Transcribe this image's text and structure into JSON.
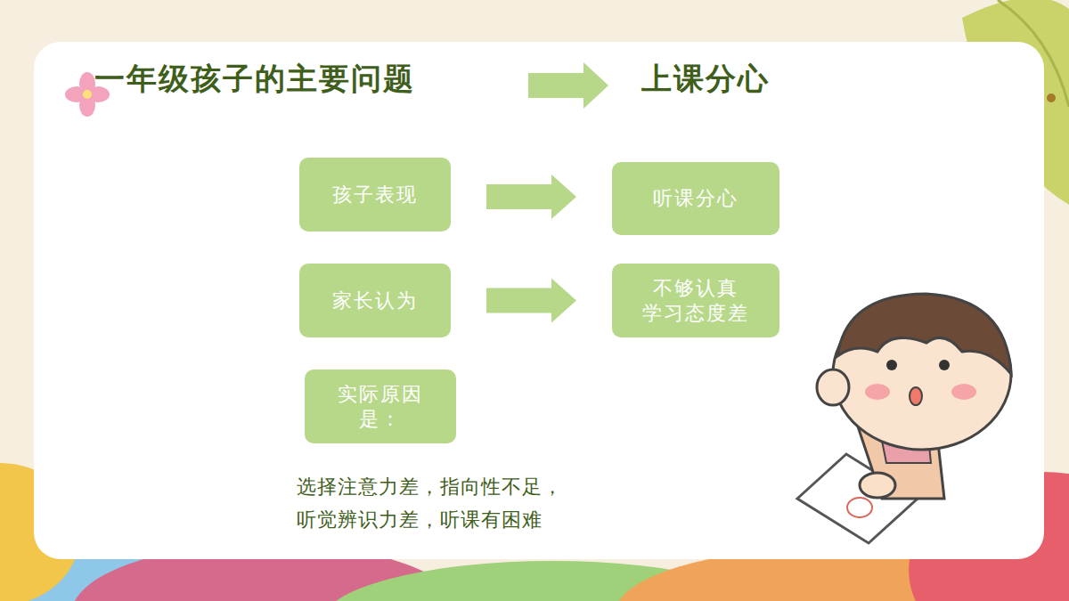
{
  "diagram": {
    "title": "一年级孩子的主要问题",
    "nodes": [
      {
        "text": [
          "孩子表现"
        ]
      },
      {
        "text": [
          "听课分心"
        ]
      },
      {
        "text": [
          "家长认为"
        ]
      },
      {
        "text": [
          "不够认真 学习态度差"
        ]
      },
      {
        "text": [
          "实际原因 是："
        ]
      }
    ],
    "edges": [
      {
        "from": 0,
        "to": 1,
        "arrow": "to"
      },
      {
        "from": 2,
        "to": 3,
        "arrow": "to"
      }
    ],
    "labels": [
      "上课分心",
      "选择注意力差，指向性不足， 听觉辨识力差，听课有困难"
    ]
  }
}
